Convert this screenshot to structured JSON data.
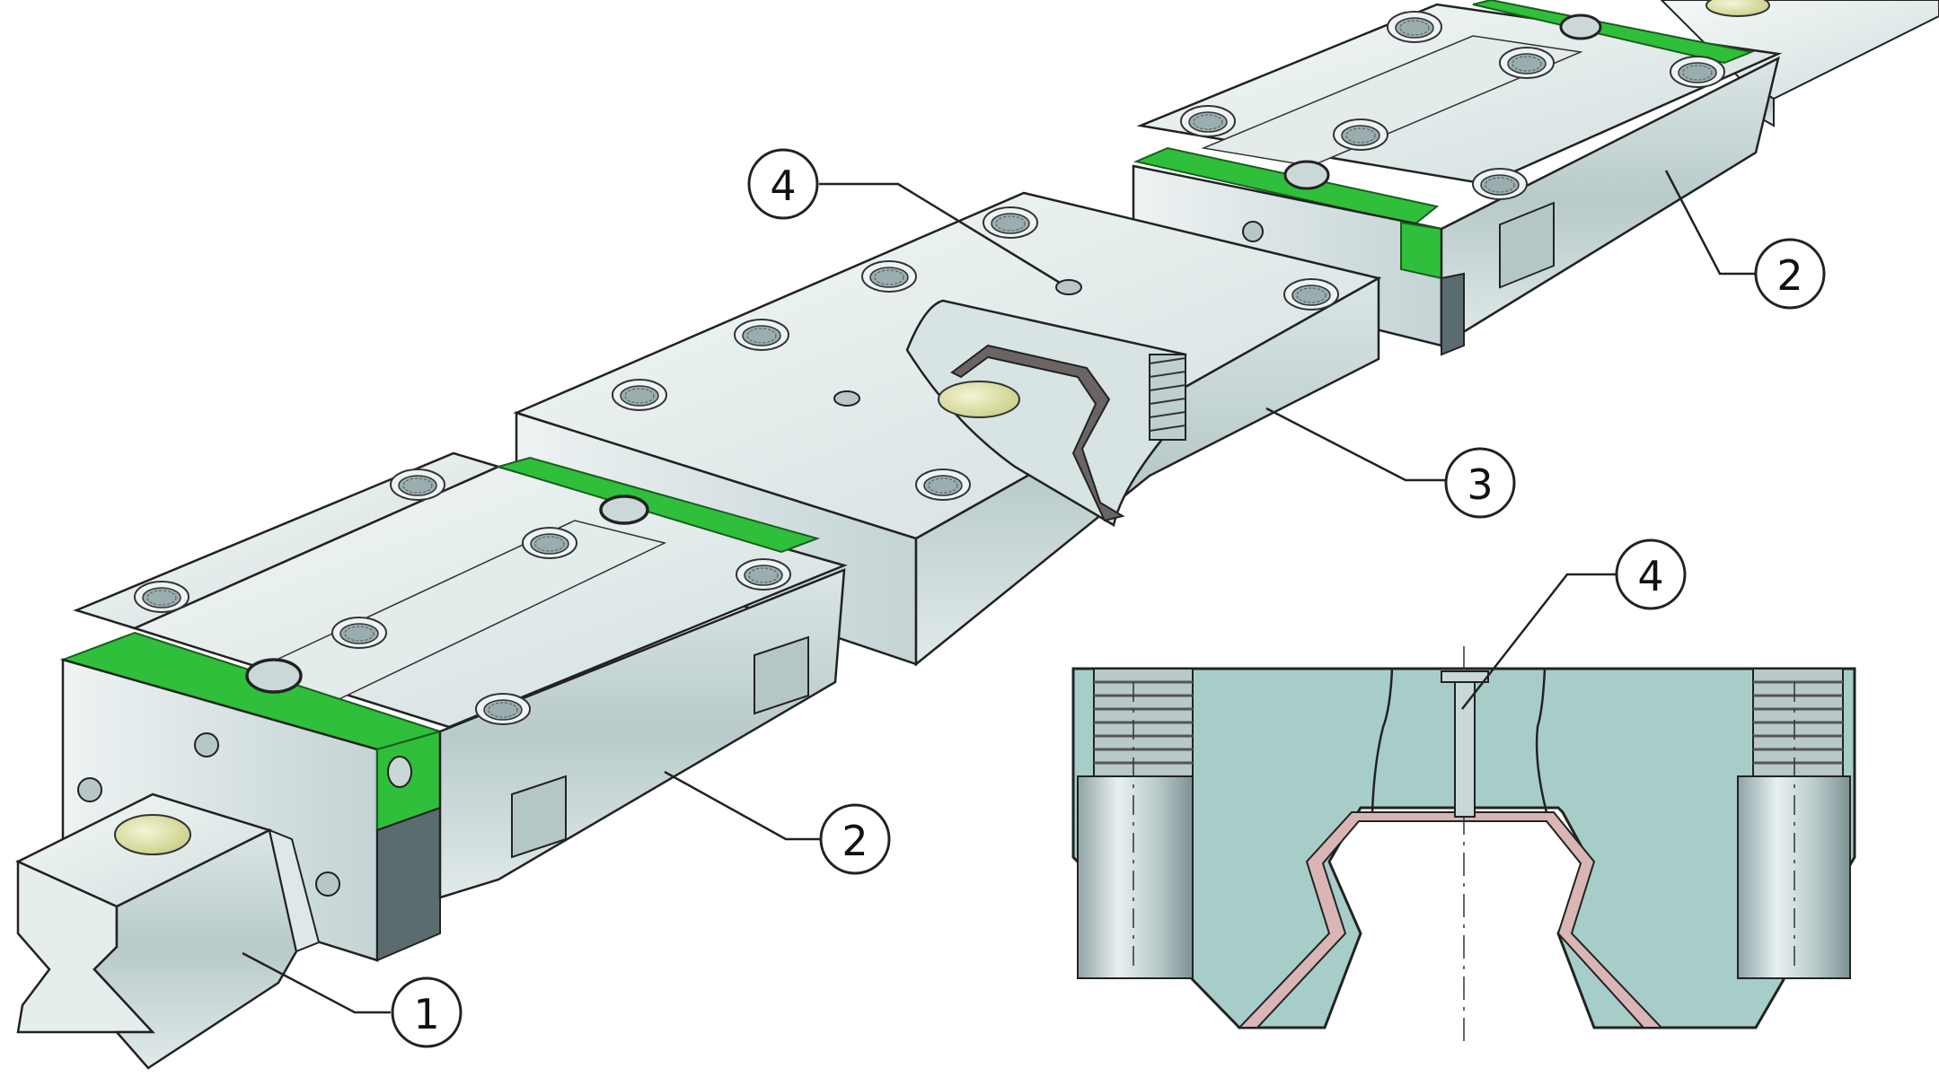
{
  "callouts": [
    {
      "id": "c1",
      "label": "1",
      "part": "guide-rail"
    },
    {
      "id": "c2a",
      "label": "2",
      "part": "carriage"
    },
    {
      "id": "c2b",
      "label": "2",
      "part": "carriage"
    },
    {
      "id": "c3",
      "label": "3",
      "part": "intermediate-plate"
    },
    {
      "id": "c4a",
      "label": "4",
      "part": "lubrication-hole"
    },
    {
      "id": "c4b",
      "label": "4",
      "part": "lubrication-hole"
    }
  ],
  "colors": {
    "metal_light": "#e7eeee",
    "metal_mid": "#c9d7d7",
    "metal_dark": "#9fb2b4",
    "metal_shadow": "#6e8184",
    "seal_green": "#2fbf3a",
    "seal_green_dark": "#1f8f2a",
    "rail_roller": "#d6d99b",
    "section_fill": "#a7cdc9",
    "section_liner": "#d9b5b5",
    "outline": "#222222"
  }
}
